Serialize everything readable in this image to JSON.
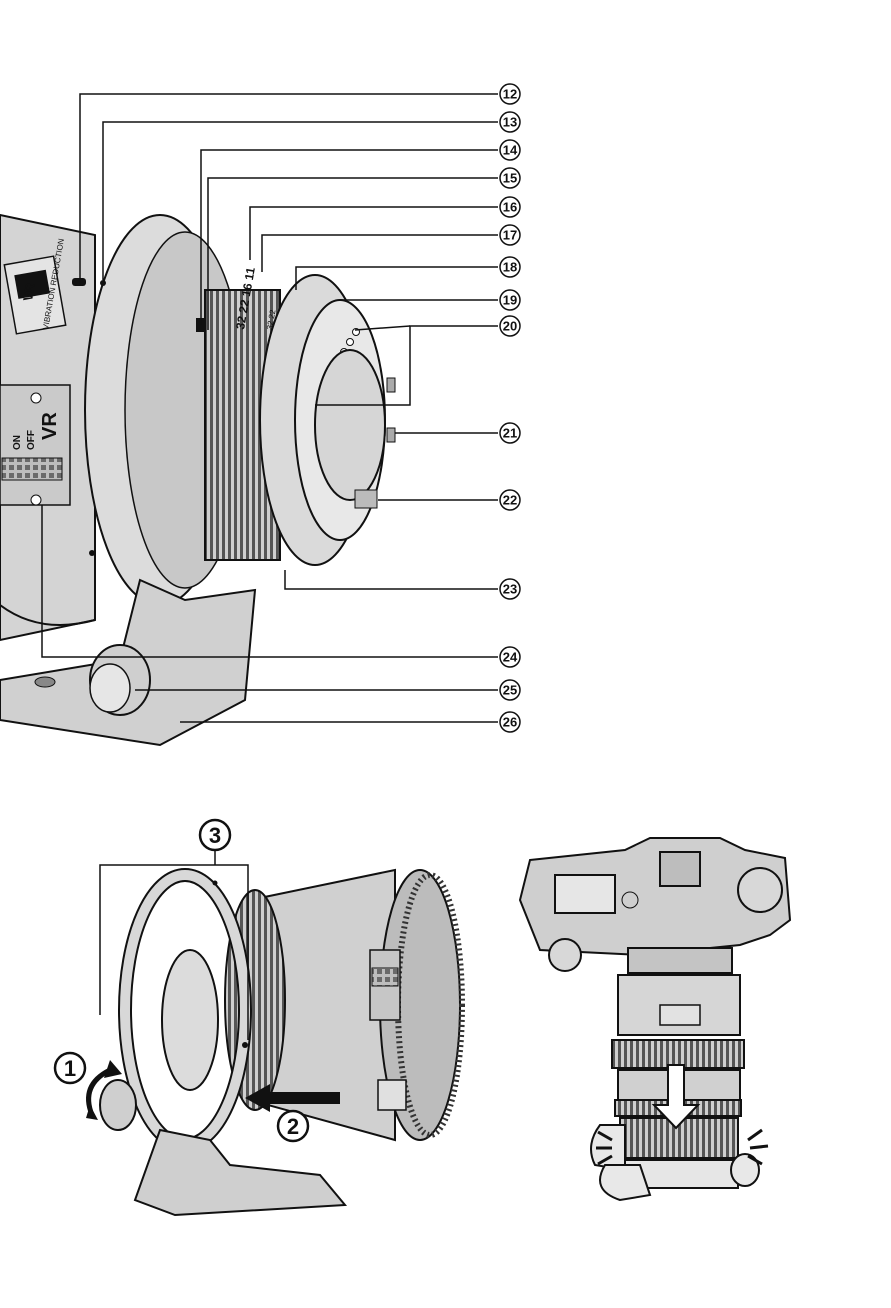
{
  "lens_labels": {
    "vr_badge": "VR",
    "vr_badge_caption": "VIBRATION REDUCTION",
    "switch_on": "ON",
    "switch_off": "OFF",
    "switch_name": "VR",
    "aperture_scale": "32 22 16 11",
    "aperture_scale_small": "32 22"
  },
  "callouts": [
    {
      "id": "12",
      "label": "⑫"
    },
    {
      "id": "13",
      "label": "⑬"
    },
    {
      "id": "14",
      "label": "⑭"
    },
    {
      "id": "15",
      "label": "⑮"
    },
    {
      "id": "16",
      "label": "⑯"
    },
    {
      "id": "17",
      "label": "⑰"
    },
    {
      "id": "18",
      "label": "⑱"
    },
    {
      "id": "19",
      "label": "⑲"
    },
    {
      "id": "20",
      "label": "⑳"
    },
    {
      "id": "21",
      "label": "㉑"
    },
    {
      "id": "22",
      "label": "㉒"
    },
    {
      "id": "23",
      "label": "㉓"
    },
    {
      "id": "24",
      "label": "㉔"
    },
    {
      "id": "25",
      "label": "㉕"
    },
    {
      "id": "26",
      "label": "㉖"
    }
  ],
  "steps": [
    {
      "id": "1",
      "label": "1"
    },
    {
      "id": "2",
      "label": "2"
    },
    {
      "id": "3",
      "label": "3"
    }
  ],
  "colors": {
    "line": "#111111",
    "lens_body": "#cfcfcf",
    "lens_shadow": "#9a9a9a",
    "lens_dark": "#3a3a3a",
    "background": "#ffffff"
  },
  "icons": [
    "rotate-arrow-icon",
    "slide-arrow-icon",
    "down-arrow-icon",
    "click-burst-icon"
  ]
}
